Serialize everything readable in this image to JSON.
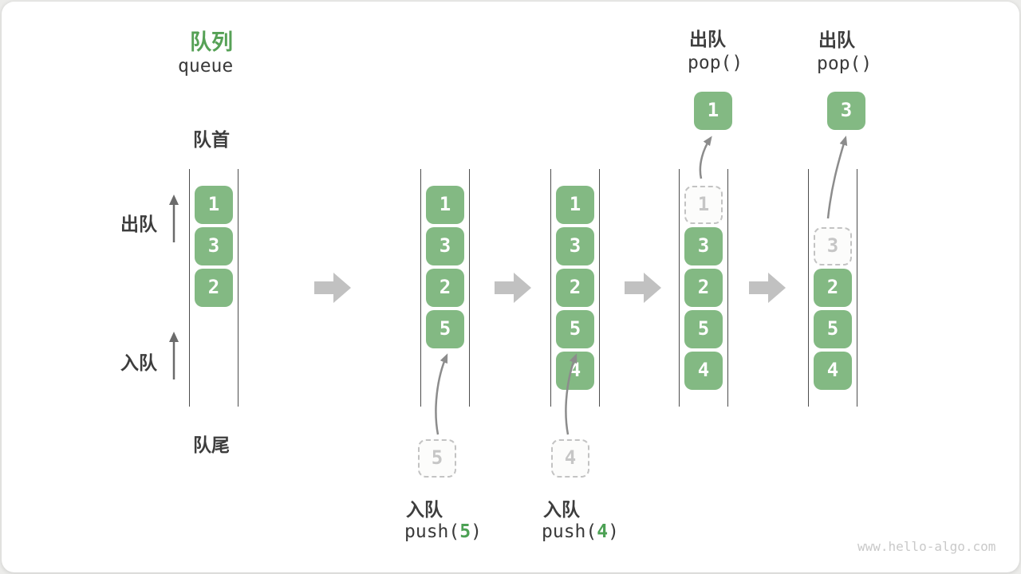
{
  "title": {
    "zh": "队列",
    "en": "queue"
  },
  "side_labels": {
    "front": "队首",
    "rear": "队尾",
    "dequeue": "出队",
    "enqueue": "入队"
  },
  "operations": {
    "push5": {
      "zh": "入队",
      "fn_open": "push(",
      "arg": "5",
      "fn_close": ")"
    },
    "push4": {
      "zh": "入队",
      "fn_open": "push(",
      "arg": "4",
      "fn_close": ")"
    },
    "pop1": {
      "zh": "出队",
      "fn": "pop()"
    },
    "pop2": {
      "zh": "出队",
      "fn": "pop()"
    }
  },
  "states": {
    "s1": {
      "cells": [
        "1",
        "3",
        "2"
      ]
    },
    "s2": {
      "cells": [
        "1",
        "3",
        "2",
        "5"
      ],
      "incoming": "5"
    },
    "s3": {
      "cells": [
        "1",
        "3",
        "2",
        "5",
        "4"
      ],
      "incoming": "4"
    },
    "s4": {
      "ghost": "1",
      "cells": [
        "3",
        "2",
        "5",
        "4"
      ],
      "popped": "1"
    },
    "s5": {
      "ghost": "3",
      "cells": [
        "2",
        "5",
        "4"
      ],
      "popped": "3"
    }
  },
  "colors": {
    "cell_green": "#83b983",
    "accent_green": "#56a156",
    "arg_green": "#4ca154",
    "track_line": "#4d4d4d",
    "block_arrow_gray": "#c1c1c1",
    "curve_arrow_gray": "#8c8c8c",
    "ghost_gray": "#c3c3c3",
    "text_dark": "#3d3d3d"
  },
  "watermark": "www.hello-algo.com"
}
